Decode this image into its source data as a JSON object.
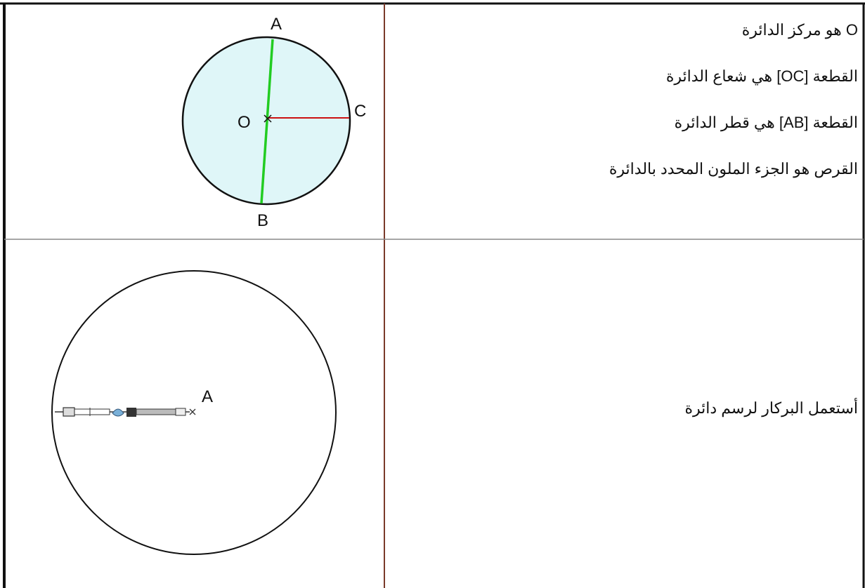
{
  "top_row": {
    "lines": [
      "O هو مركز الدائرة",
      "القطعة [OC] هي شعاع الدائرة",
      "القطعة [AB] هي قطر الدائرة",
      "القرص هو الجزء الملون المحدد بالدائرة"
    ],
    "figure": {
      "point_a": "A",
      "point_b": "B",
      "point_c": "C",
      "point_o": "O",
      "disc_color": "#dff6f8",
      "diameter_color": "#22cc22",
      "radius_color": "#cc1111"
    }
  },
  "bottom_row": {
    "text": "أستعمل البركار لرسم دائرة",
    "figure": {
      "point_a": "A",
      "compass_icon": "compass-icon"
    }
  }
}
